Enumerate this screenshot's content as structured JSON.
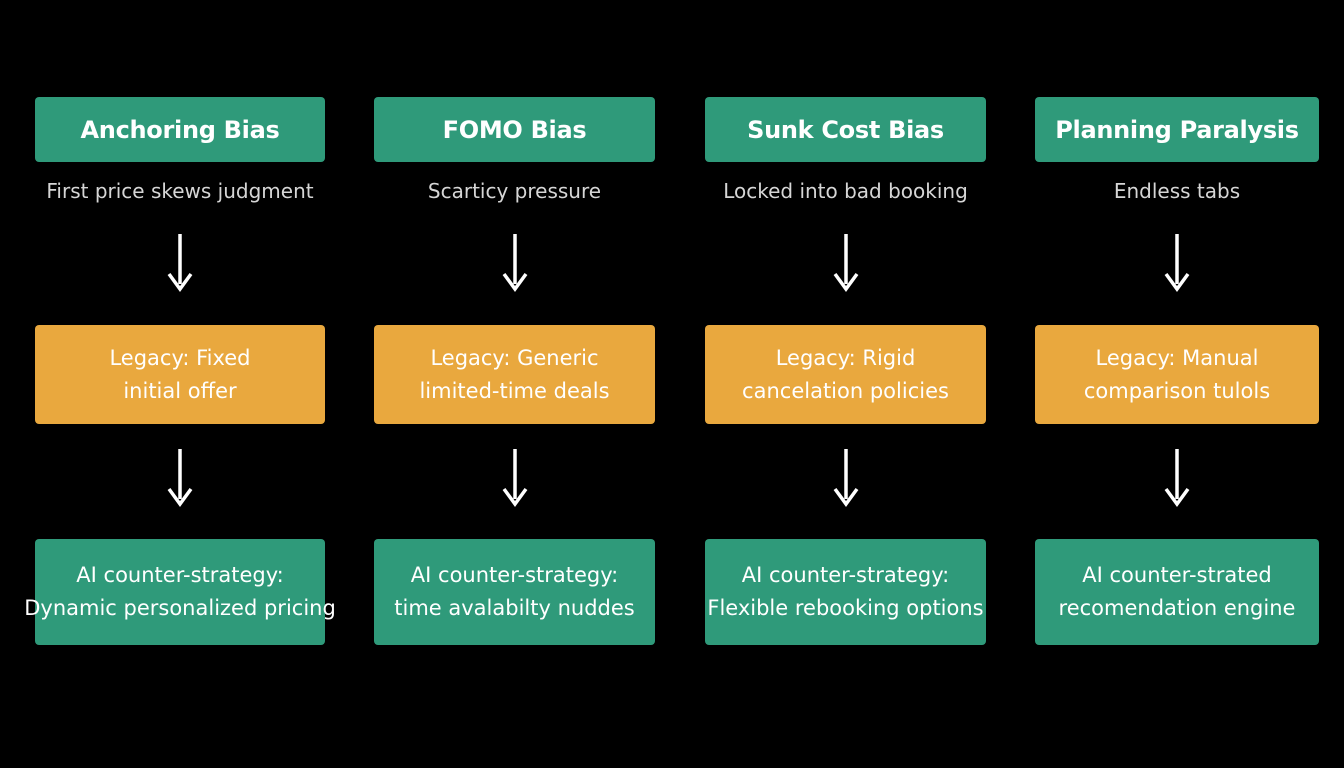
{
  "colors": {
    "background": "#000000",
    "teal": "#2f9a7a",
    "amber": "#e9a83e",
    "text": "#ffffff",
    "subtitle": "#d6d6d6",
    "arrow": "#ffffff"
  },
  "columns": [
    {
      "title": "Anchoring Bias",
      "subtitle": "First price skews judgment",
      "legacy_line1": "Legacy: Fixed",
      "legacy_line2": "initial offer",
      "ai_line1": "AI counter-strategy:",
      "ai_line2": "Dynamic personalized pricing"
    },
    {
      "title": "FOMO Bias",
      "subtitle": "Scarticy pressure",
      "legacy_line1": "Legacy: Generic",
      "legacy_line2": "limited-time deals",
      "ai_line1": "AI counter-strategy:",
      "ai_line2": "time avalabilty nuddes"
    },
    {
      "title": "Sunk Cost Bias",
      "subtitle": "Locked into bad booking",
      "legacy_line1": "Legacy: Rigid",
      "legacy_line2": "cancelation policies",
      "ai_line1": "AI counter-strategy:",
      "ai_line2": "Flexible rebooking options"
    },
    {
      "title": "Planning Paralysis",
      "subtitle": "Endless tabs",
      "legacy_line1": "Legacy: Manual",
      "legacy_line2": "comparison tulols",
      "ai_line1": "AI counter-strated",
      "ai_line2": "recomendation engine"
    }
  ]
}
